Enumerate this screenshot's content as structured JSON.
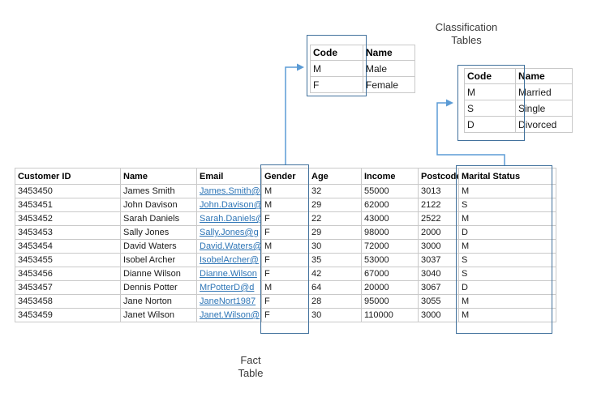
{
  "labels": {
    "classification_line1": "Classification",
    "classification_line2": "Tables",
    "fact_line1": "Fact",
    "fact_line2": "Table"
  },
  "gender_table": {
    "headers": [
      "Code",
      "Name"
    ],
    "rows": [
      [
        "M",
        "Male"
      ],
      [
        "F",
        "Female"
      ]
    ]
  },
  "marital_table": {
    "headers": [
      "Code",
      "Name"
    ],
    "rows": [
      [
        "M",
        "Married"
      ],
      [
        "S",
        "Single"
      ],
      [
        "D",
        "Divorced"
      ]
    ]
  },
  "fact_table": {
    "headers": [
      "Customer ID",
      "Name",
      "Email",
      "Gender",
      "Age",
      "Income",
      "Postcode",
      "Marital Status"
    ],
    "rows": [
      [
        "3453450",
        "James Smith",
        "James.Smith@",
        "M",
        "32",
        "55000",
        "3013",
        "M"
      ],
      [
        "3453451",
        "John Davison",
        "John.Davison@",
        "M",
        "29",
        "62000",
        "2122",
        "S"
      ],
      [
        "3453452",
        "Sarah Daniels",
        "Sarah.Daniels@",
        "F",
        "22",
        "43000",
        "2522",
        "M"
      ],
      [
        "3453453",
        "Sally Jones",
        "Sally.Jones@g",
        "F",
        "29",
        "98000",
        "2000",
        "D"
      ],
      [
        "3453454",
        "David Waters",
        "David.Waters@",
        "M",
        "30",
        "72000",
        "3000",
        "M"
      ],
      [
        "3453455",
        "Isobel Archer",
        "IsobelArcher@",
        "F",
        "35",
        "53000",
        "3037",
        "S"
      ],
      [
        "3453456",
        "Dianne Wilson",
        "Dianne.Wilson",
        "F",
        "42",
        "67000",
        "3040",
        "S"
      ],
      [
        "3453457",
        "Dennis Potter",
        "MrPotterD@d",
        "M",
        "64",
        "20000",
        "3067",
        "D"
      ],
      [
        "3453458",
        "Jane Norton",
        "JaneNort1987",
        "F",
        "28",
        "95000",
        "3055",
        "M"
      ],
      [
        "3453459",
        "Janet Wilson",
        "Janet.Wilson@",
        "F",
        "30",
        "110000",
        "3000",
        "M"
      ]
    ]
  },
  "colors": {
    "shape_outline": "#41719C",
    "connector": "#5B9BD5",
    "grid": "#C9C9C9",
    "hyperlink": "#2E75B6"
  }
}
